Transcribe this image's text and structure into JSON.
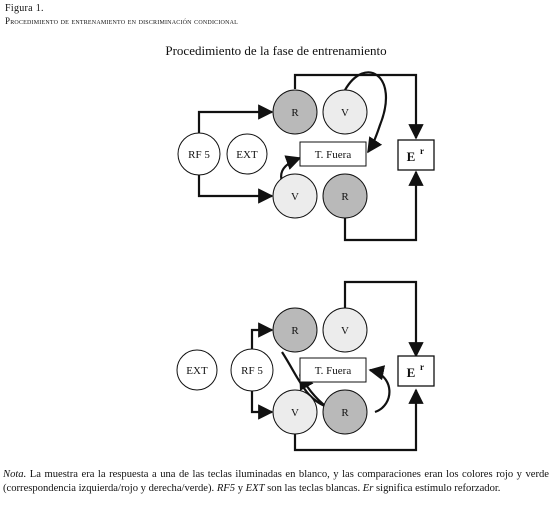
{
  "figure": {
    "number": "Figura 1.",
    "caption": "Procedimiento de entrenamiento en discriminación condicional"
  },
  "diagram": {
    "title": "Procedimiento de la fase de entrenamiento",
    "panel_top": {
      "rf_label": "RF 5",
      "ext_label": "EXT",
      "timeout_label": "T. Fuera",
      "reinforcer_label": "E",
      "reinforcer_sup": "r",
      "upper_left": "R",
      "upper_right": "V",
      "lower_left": "V",
      "lower_right": "R"
    },
    "panel_bottom": {
      "rf_label": "RF 5",
      "ext_label": "EXT",
      "timeout_label": "T. Fuera",
      "reinforcer_label": "E",
      "reinforcer_sup": "r",
      "upper_left": "R",
      "upper_right": "V",
      "lower_left": "V",
      "lower_right": "R"
    },
    "colors": {
      "red_key": "#b9b9b9",
      "green_key": "#ececec",
      "line": "#111111"
    }
  },
  "note": {
    "label": "Nota.",
    "text_1": " La muestra era la respuesta a una de las teclas iluminadas en blanco, y las comparaciones eran los colores rojo y verde (correspondencia izquierda/rojo y derecha/verde). ",
    "rf5": "RF5",
    "y": " y ",
    "ext": "EXT",
    "text_2": " son las teclas blancas. ",
    "er": "Er",
    "text_3": " significa estímulo reforzador."
  }
}
